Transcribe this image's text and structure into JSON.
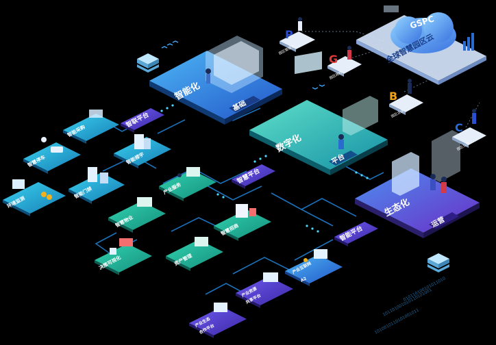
{
  "colors": {
    "background": "#000000",
    "connector": "#1e7fd0",
    "tile_cyan": "#1aa7c9",
    "tile_teal": "#1bb39a",
    "tile_blue": "#2f7fe0",
    "tile_purple": "#5b3fc8",
    "accent_glow": "#4fd6ff"
  },
  "hero": {
    "zhineng": {
      "title": "智能化",
      "tag": "基础"
    },
    "shuzi": {
      "title": "数字化",
      "tag": "平台"
    },
    "shengtai": {
      "title": "生态化",
      "tag": "运营"
    }
  },
  "cloud": {
    "badge": "GSPC",
    "title": "全球智慧园区云"
  },
  "letters": {
    "p": {
      "letter": "P",
      "caption": "园区管理方"
    },
    "g": {
      "letter": "G",
      "caption": "园区政府"
    },
    "b": {
      "letter": "B",
      "caption": "园区企业"
    },
    "c": {
      "letter": "C",
      "caption": "园区公众"
    }
  },
  "platforms": {
    "zhilian": "智联平台",
    "zhihui": "智慧平台",
    "shuju": "智能平台"
  },
  "tiles": {
    "zhinengcaigou": "智能采购",
    "zhihuitingche": "智慧停车",
    "zhinenglouyu": "智能楼宇",
    "huanjingjiance": "环境监测",
    "zhinengmenjin": "智能门禁",
    "chanyefuwu": "产业服务",
    "zhihuiwuye": "智慧物业",
    "zhihuizhaoshang": "智慧招商",
    "juecekeshihua": "决策可视化",
    "zichanguanli": "资产管理",
    "chanyehulian": "产业互联网",
    "chanyeziyuan": "产业资源",
    "chanyeshengtai": "产业生态"
  },
  "subcaptions": {
    "chanyehulian": "A2",
    "chanyeziyuan": "共享平台",
    "chanyeshengtai": "合作平台"
  }
}
